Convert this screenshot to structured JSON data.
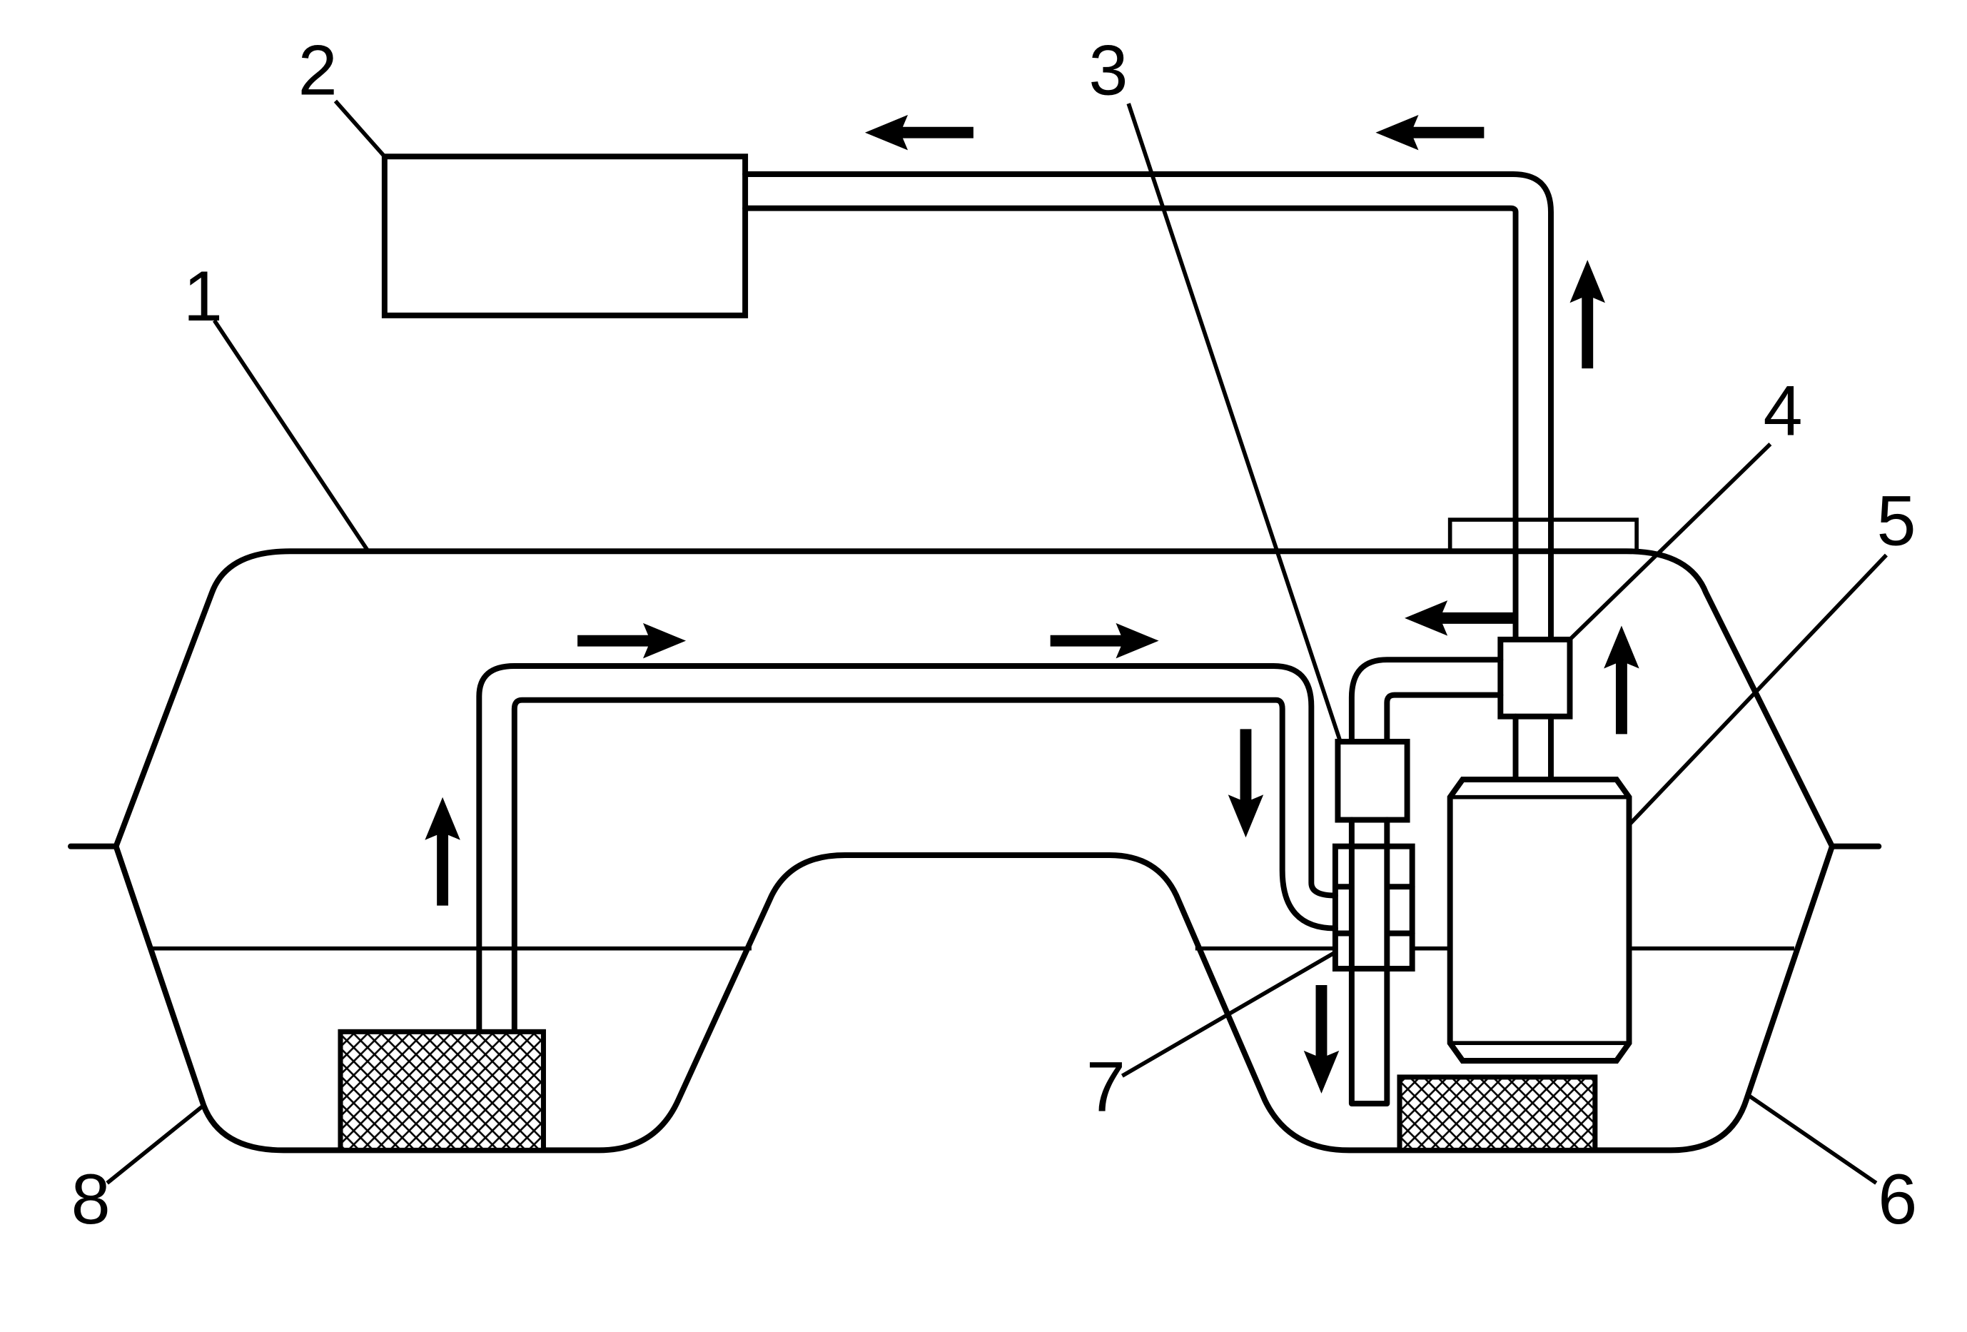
{
  "callouts": [
    "1",
    "2",
    "3",
    "4",
    "5",
    "6",
    "7",
    "8"
  ],
  "colors": {
    "line": "#000000",
    "background": "#ffffff"
  },
  "flow_arrows": [
    "left",
    "left",
    "up",
    "left",
    "up",
    "right",
    "right",
    "up",
    "down",
    "down"
  ]
}
